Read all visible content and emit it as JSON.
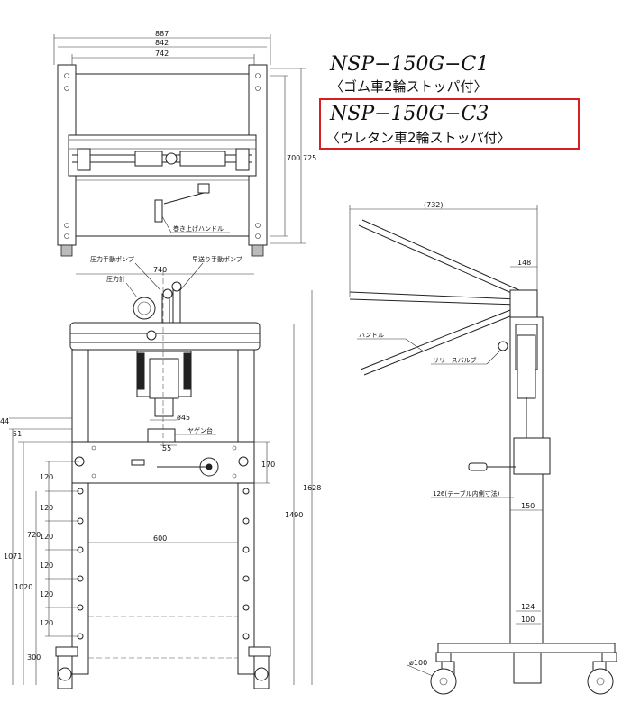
{
  "titles": {
    "model_c1": "NSP−150G−C1",
    "note_c1": "〈ゴム車2輪ストッパ付〉",
    "model_c3": "NSP−150G−C3",
    "note_c3": "〈ウレタン車2輪ストッパ付〉",
    "highlight_color": "#d42020"
  },
  "top_view": {
    "dims": [
      "887",
      "842",
      "742",
      "700",
      "725"
    ],
    "label_handle": "巻き上げハンドル"
  },
  "front_view": {
    "labels": {
      "pressure_pump": "圧力手動ポンプ",
      "fast_pump": "早送り手動ポンプ",
      "gauge": "圧力計",
      "base": "ヤゲン台"
    },
    "dims": {
      "w740": "740",
      "d45": "ø45",
      "d55": "55",
      "d600": "600",
      "d170": "170",
      "d1490": "1490",
      "d1628": "1628",
      "d44": "44",
      "d51": "51",
      "d120a": "120",
      "d120b": "120",
      "d720": "720",
      "d120c": "120",
      "d120d": "120",
      "d120e": "120",
      "d1020": "1020",
      "d1071": "1071",
      "d120f": "120",
      "d300": "300"
    }
  },
  "side_view": {
    "labels": {
      "handle": "ハンドル",
      "release_valve": "リリースバルブ",
      "table_inner": "126(テーブル内側寸法)"
    },
    "dims": {
      "d732": "(732)",
      "d148": "148",
      "d150": "150",
      "d124": "124",
      "d100": "100",
      "d_wheel": "ø100"
    }
  }
}
